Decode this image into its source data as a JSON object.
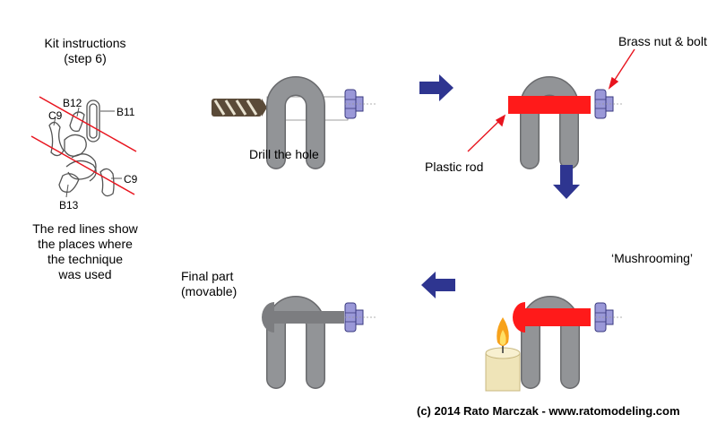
{
  "kit": {
    "title_line1": "Kit instructions",
    "title_line2": "(step 6)",
    "part_labels": {
      "b12": "B12",
      "b11": "B11",
      "c9_top": "C9",
      "c9_right": "C9",
      "b13": "B13"
    },
    "note_line1": "The red lines show",
    "note_line2": "the places where",
    "note_line3": "the technique",
    "note_line4": "was used"
  },
  "steps": {
    "drill": {
      "label": "Drill the hole"
    },
    "insert": {
      "nut_label": "Brass nut & bolt",
      "rod_label": "Plastic rod"
    },
    "mushroom": {
      "label": "‘Mushrooming’"
    },
    "final": {
      "label_line1": "Final part",
      "label_line2": "(movable)"
    }
  },
  "footer": {
    "credit": "(c) 2014 Rato Marczak - www.ratomodeling.com"
  },
  "colors": {
    "shackle": "#929497",
    "shackle_outline": "#6a6b6e",
    "nut": "#9a98d8",
    "nut_outline": "#3a3a80",
    "rod": "#ff1a1a",
    "arrow": "#2e3590",
    "leader": "#e8141e",
    "final_rod": "#7c7d80"
  }
}
